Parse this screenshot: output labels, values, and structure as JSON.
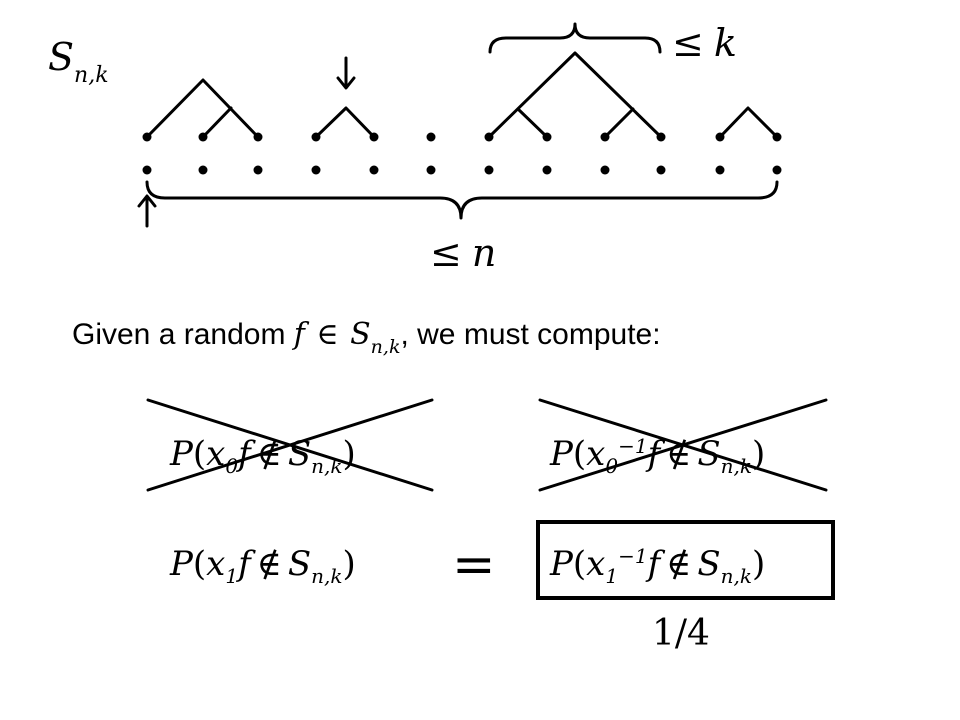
{
  "set": {
    "base": "S",
    "sub": "n,k"
  },
  "top_bound": {
    "op": "≤",
    "var": "k"
  },
  "bottom_bound": {
    "op": "≤",
    "var": "n"
  },
  "sentence": {
    "prefix": "Given a random ",
    "f": "f",
    "in": "∈",
    "suffix": ", we must compute:"
  },
  "probabilities": {
    "p": "P",
    "x": "x",
    "f": "f",
    "notin": "∉",
    "s": "S",
    "s_sub": "n,k",
    "open": "(",
    "close": ")",
    "items": [
      {
        "sub": "0",
        "sup": "",
        "crossed": true
      },
      {
        "sub": "0",
        "sup": "−1",
        "crossed": true
      },
      {
        "sub": "1",
        "sup": "",
        "crossed": false
      },
      {
        "sub": "1",
        "sup": "−1",
        "crossed": false,
        "boxed": true
      }
    ]
  },
  "equals": "=",
  "answer": "1/4"
}
